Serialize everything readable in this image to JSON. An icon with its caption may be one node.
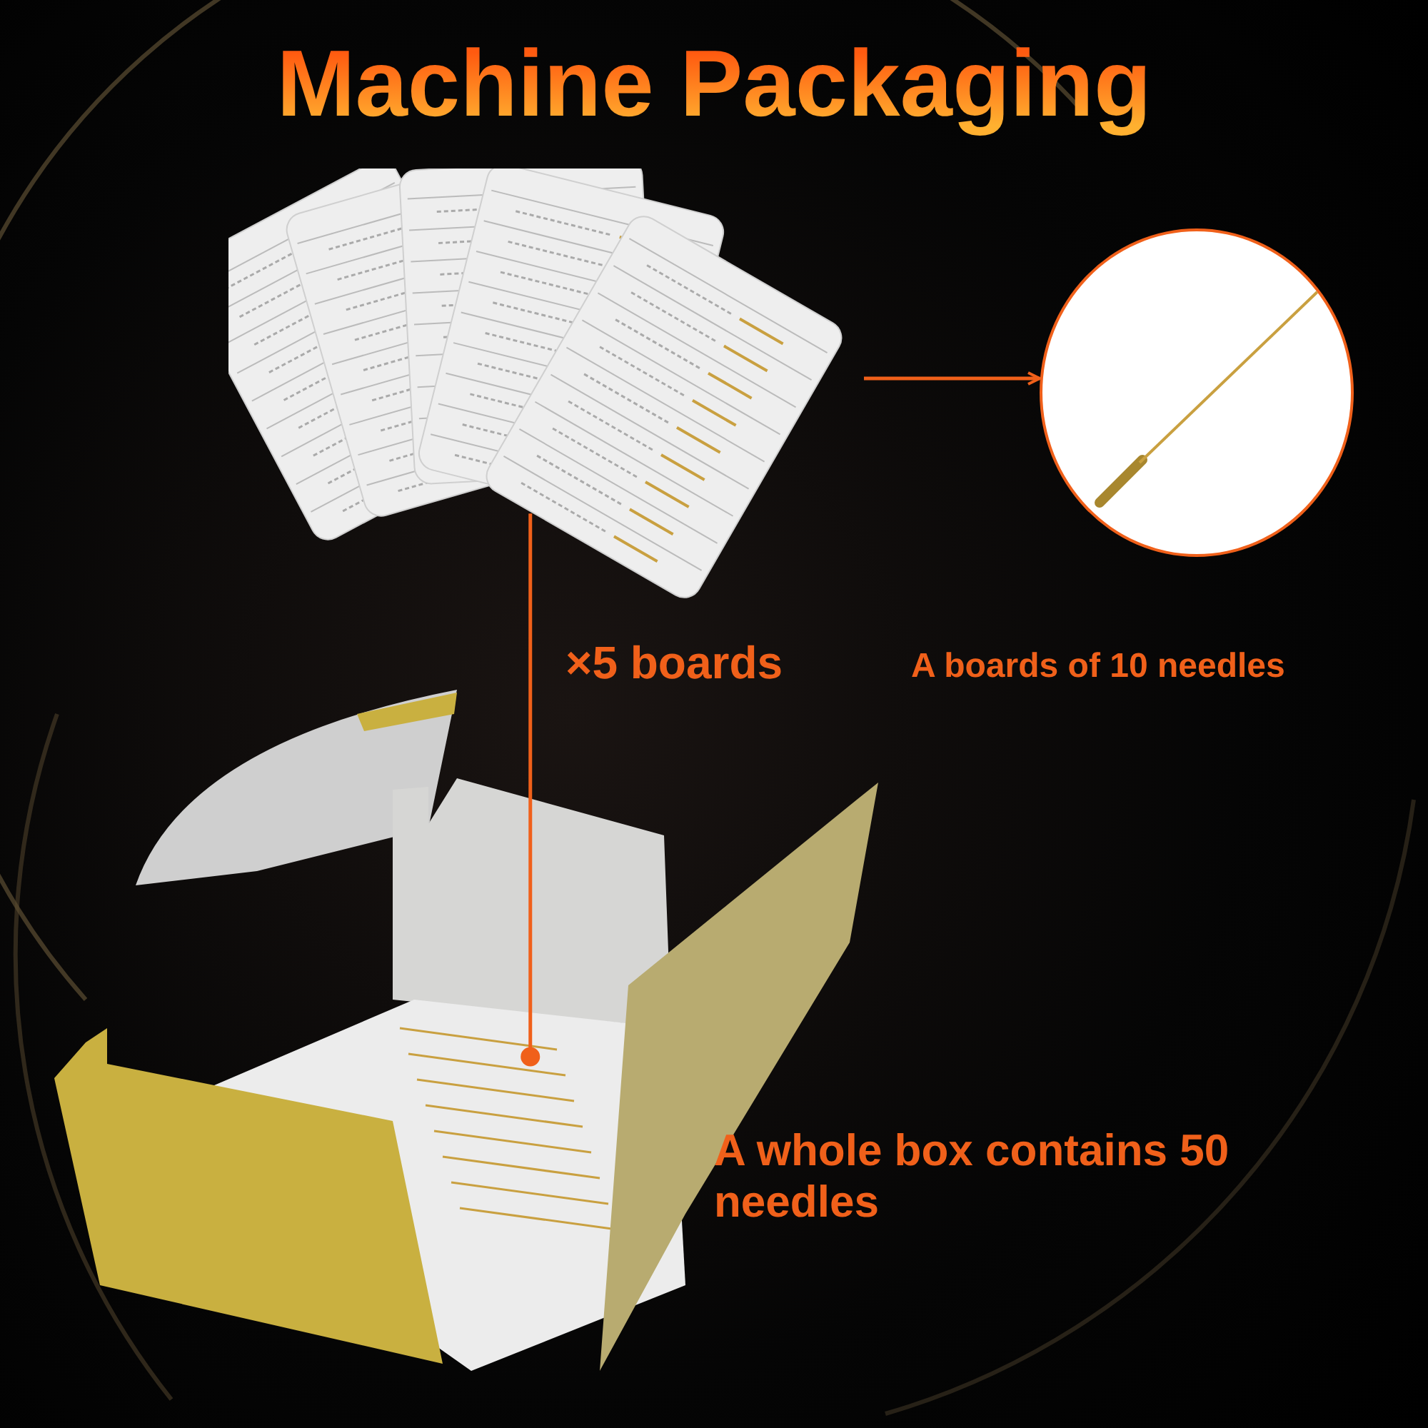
{
  "diagram": {
    "title": "Machine Packaging",
    "nodes": [
      {
        "text": [],
        "shape": "picture"
      },
      {
        "text": [],
        "shape": "circle"
      },
      {
        "text": [],
        "shape": "picture"
      }
    ],
    "edges": [
      {
        "from": 0,
        "to": 1,
        "arrow": "to"
      },
      {
        "from": 0,
        "to": 2,
        "arrow": "other"
      }
    ],
    "labels": [
      "×5 boards",
      "A boards of 10 needles",
      "A whole box contains 50 needles"
    ]
  }
}
